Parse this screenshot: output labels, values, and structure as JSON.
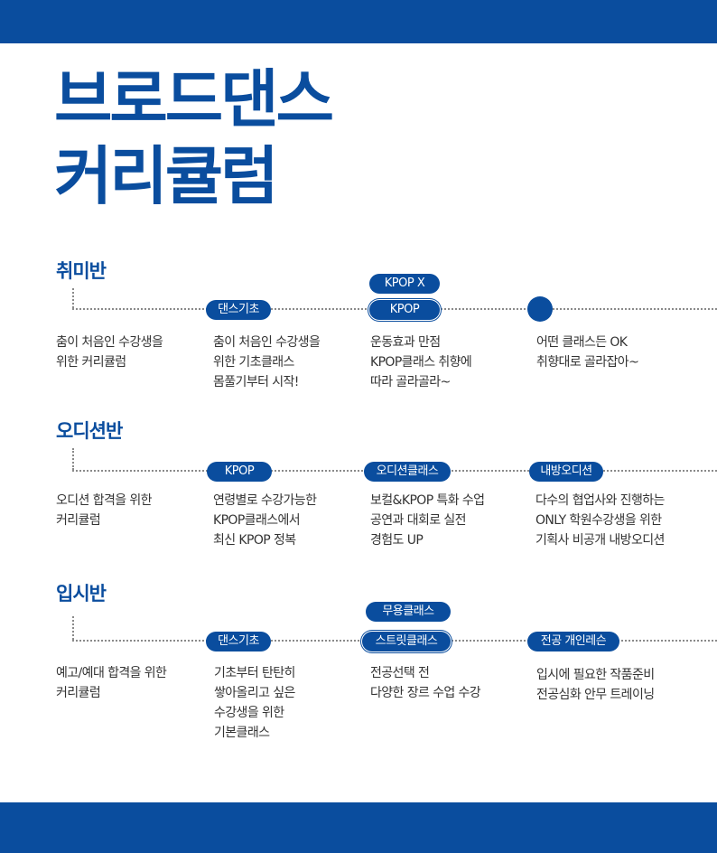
{
  "colors": {
    "primary": "#0a4d9e",
    "text": "#333333",
    "dotline": "#8a8a8a",
    "background": "#ffffff"
  },
  "title": {
    "line1": "브로드댄스",
    "line2": "커리큘럼"
  },
  "sections": {
    "hobby": {
      "title": "취미반",
      "intro": [
        "춤이 처음인 수강생을",
        "위한 커리큘럼"
      ],
      "steps": [
        {
          "label": "댄스기초",
          "desc": [
            "춤이 처음인 수강생을",
            "위한 기초클래스",
            "몸풀기부터 시작!"
          ]
        },
        {
          "label_top": "KPOP X",
          "label": "KPOP",
          "desc": [
            "운동효과 만점",
            "KPOP클래스 취향에",
            "따라 골라골라~"
          ]
        },
        {
          "label": "",
          "desc": [
            "어떤 클래스든 OK",
            "취향대로 골라잡아~"
          ]
        }
      ]
    },
    "audition": {
      "title": "오디션반",
      "intro": [
        "오디션 합격을 위한",
        "커리큘럼"
      ],
      "steps": [
        {
          "label": "KPOP",
          "desc": [
            "연령별로 수강가능한",
            "KPOP클래스에서",
            "최신 KPOP 정복"
          ]
        },
        {
          "label": "오디션클래스",
          "desc": [
            "보컬&KPOP 특화 수업",
            "공연과 대회로 실전",
            "경험도 UP"
          ]
        },
        {
          "label": "내방오디션",
          "desc": [
            "다수의 협업사와 진행하는",
            "ONLY 학원수강생을 위한",
            "기획사 비공개 내방오디션"
          ]
        }
      ]
    },
    "exam": {
      "title": "입시반",
      "intro": [
        "예고/예대 합격을 위한",
        "커리큘럼"
      ],
      "steps": [
        {
          "label": "댄스기초",
          "desc": [
            "기초부터 탄탄히",
            "쌓아올리고 싶은",
            "수강생을 위한",
            "기본클래스"
          ]
        },
        {
          "label_top": "무용클래스",
          "label": "스트릿클래스",
          "desc": [
            "전공선택 전",
            "다양한 장르 수업 수강"
          ]
        },
        {
          "label": "전공 개인레슨",
          "desc": [
            "입시에 필요한 작품준비",
            "전공심화 안무 트레이닝"
          ]
        }
      ]
    }
  }
}
